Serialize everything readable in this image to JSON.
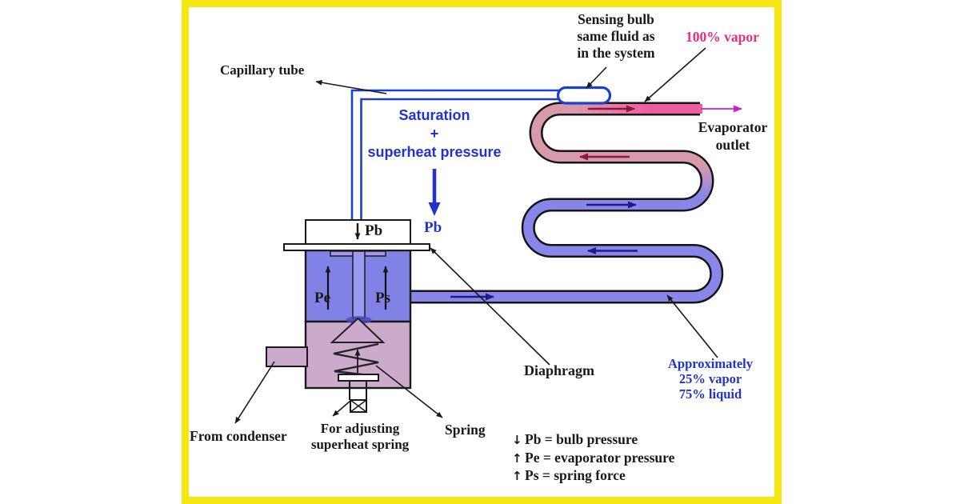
{
  "colors": {
    "frame_yellow": "#f6e612",
    "background": "#ffffff",
    "label_black": "#191919",
    "label_blue": "#2232cc",
    "label_pink": "#ea2d7c",
    "capillary_blue": "#1b3fd0",
    "tube_vapor_pink": "#ef5f9f",
    "tube_mix_rose": "#d89aab",
    "tube_liquid_blue": "#8787ea",
    "valve_upper_blue": "#8282e6",
    "valve_lower_mauve": "#ccaacb",
    "flow_arrow_red": "#8a1840",
    "flow_arrow_navy": "#1c1c8e",
    "outlet_arrow_magenta": "#cc22cc"
  },
  "callouts": {
    "capillary_tube": "Capillary tube",
    "sensing_bulb": {
      "line1": "Sensing bulb",
      "line2": "same fluid as",
      "line3": "in the system"
    },
    "vapor_100": "100% vapor",
    "evaporator_outlet": {
      "line1": "Evaporator",
      "line2": "outlet"
    },
    "saturation": {
      "line1": "Saturation",
      "line2": "+",
      "line3": "superheat pressure"
    },
    "pb_blue": "Pb",
    "pb_cap": "Pb",
    "pe": "Pe",
    "ps": "Ps",
    "diaphragm": "Diaphragm",
    "approx": {
      "line1": "Approximately",
      "line2": "25% vapor",
      "line3": "75% liquid"
    },
    "from_condenser": "From condenser",
    "adjusting": {
      "line1": "For adjusting",
      "line2": "superheat spring"
    },
    "spring": "Spring"
  },
  "legend": {
    "items": [
      {
        "glyph": "↓",
        "text": "Pb = bulb pressure"
      },
      {
        "glyph": "↑",
        "text": "Pe = evaporator pressure"
      },
      {
        "glyph": "↑",
        "text": "Ps = spring force"
      }
    ]
  }
}
